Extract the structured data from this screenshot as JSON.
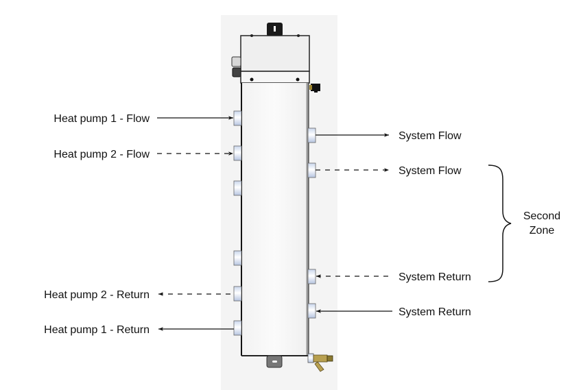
{
  "diagram": {
    "title": "Low loss header connection diagram",
    "left_labels": [
      {
        "id": "hp1-flow",
        "text": "Heat pump 1 - Flow",
        "direction": "in",
        "line_style": "solid"
      },
      {
        "id": "hp2-flow",
        "text": "Heat pump 2 - Flow",
        "direction": "in",
        "line_style": "dashed"
      },
      {
        "id": "hp2-return",
        "text": "Heat pump 2 - Return",
        "direction": "out",
        "line_style": "dashed"
      },
      {
        "id": "hp1-return",
        "text": "Heat pump 1 - Return",
        "direction": "out",
        "line_style": "solid"
      }
    ],
    "right_labels": [
      {
        "id": "sys-flow-1",
        "text": "System Flow",
        "direction": "out",
        "line_style": "solid"
      },
      {
        "id": "sys-flow-2",
        "text": "System Flow",
        "direction": "out",
        "line_style": "dashed"
      },
      {
        "id": "sys-return-2",
        "text": "System Return",
        "direction": "in",
        "line_style": "dashed"
      },
      {
        "id": "sys-return-1",
        "text": "System Return",
        "direction": "in",
        "line_style": "solid"
      }
    ],
    "zone_label_line1": "Second",
    "zone_label_line2": "Zone",
    "colors": {
      "line": "#111111",
      "backdrop": "#f4f4f4",
      "body": "#f7f7f7",
      "port": "#dce6f5"
    }
  }
}
